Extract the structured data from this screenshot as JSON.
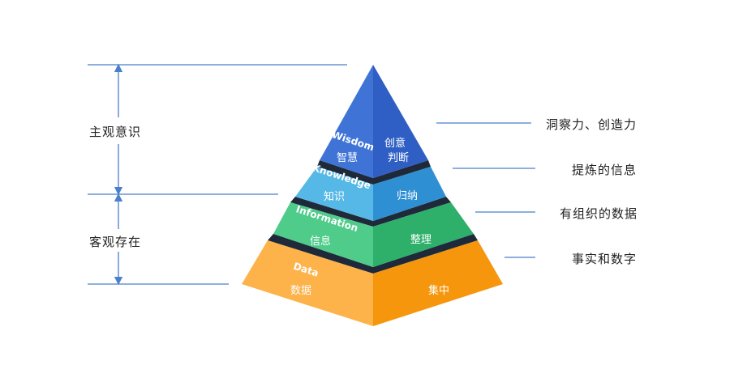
{
  "levels": [
    {
      "en": "Wisdom",
      "cn": "智慧",
      "process": [
        "创意",
        "判断"
      ],
      "description": "洞察力、创造力"
    },
    {
      "en": "Knowledge",
      "cn": "知识",
      "process": [
        "归纳"
      ],
      "description": "提炼的信息"
    },
    {
      "en": "Information",
      "cn": "信息",
      "process": [
        "整理"
      ],
      "description": "有组织的数据"
    },
    {
      "en": "Data",
      "cn": "数据",
      "process": [
        "集中"
      ],
      "description": "事实和数字"
    }
  ],
  "brackets": {
    "upper": "主观意识",
    "lower": "客观存在"
  },
  "colors": {
    "wisdom_left": "#3F74D6",
    "wisdom_right": "#2F5FC4",
    "knowledge_left": "#56B8E6",
    "knowledge_right": "#2E8FD3",
    "information_left": "#4FCB8A",
    "information_right": "#2EB06A",
    "data_left": "#FDB24A",
    "data_right": "#F5960C",
    "line": "#4A7FC9"
  }
}
